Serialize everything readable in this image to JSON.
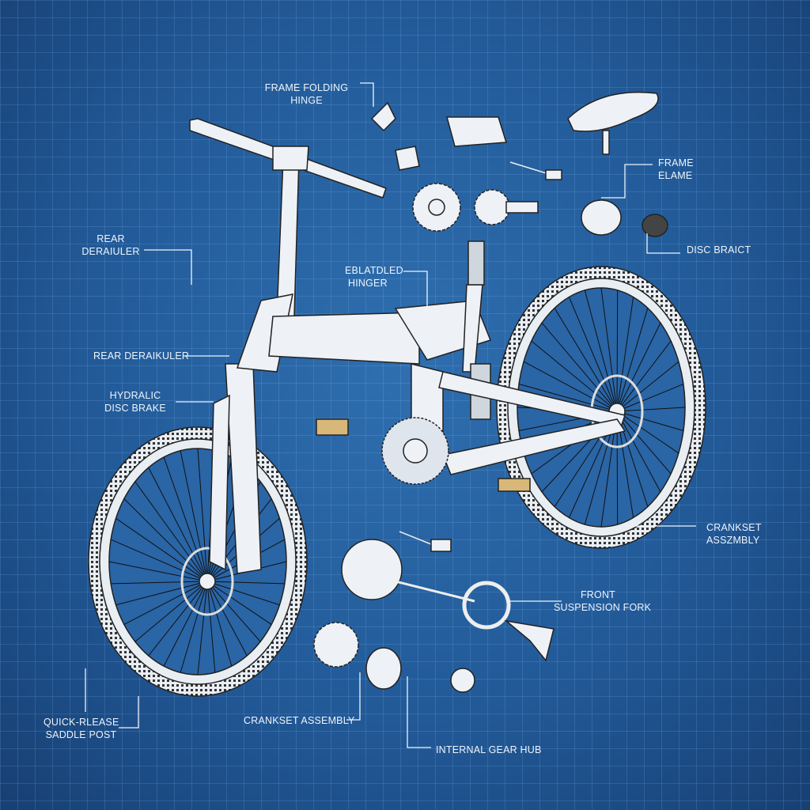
{
  "diagram": {
    "background_color": "#225a98",
    "line_color": "#eef4fb",
    "labels": {
      "frame_folding_hinge": [
        "FRAME FOLDING",
        "HINGE"
      ],
      "frame_elame": [
        "FRAME",
        "ELAME"
      ],
      "disc_bract": [
        "DISC BRAICT"
      ],
      "rear_derailleur_top": [
        "REAR",
        "DERAIULER"
      ],
      "eblatdeed_hinger": [
        "EBLATDLED",
        "HINGER"
      ],
      "rear_derailleur_mid": [
        "REAR DERAIKULER"
      ],
      "hydraulic_disc_brake": [
        "HYDRALIC",
        "DISC BRAKE"
      ],
      "crankset_assembly_right": [
        "CRANKSET",
        "ASSZMBLY"
      ],
      "front_suspension_fork": [
        "FRONT",
        "SUSPENSION FORK"
      ],
      "quick_release_saddle_post": [
        "QUICK-RLEASE",
        "SADDLE POST"
      ],
      "crankset_assembly_bottom": [
        "CRANKSET ASSEMBLY"
      ],
      "internal_gear_hub": [
        "INTERNAL GEAR HUB"
      ]
    }
  }
}
